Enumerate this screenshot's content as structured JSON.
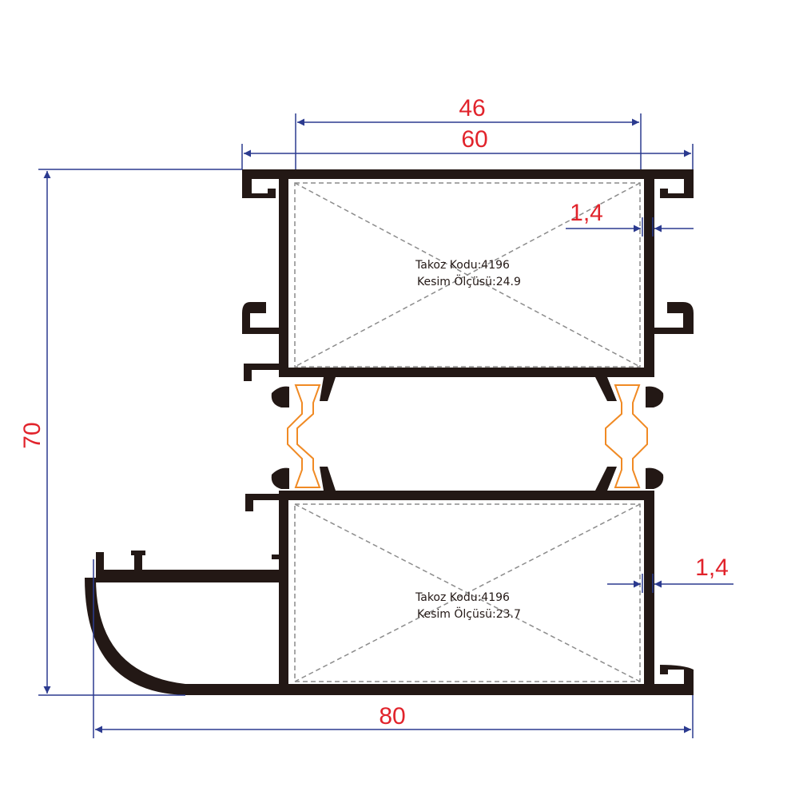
{
  "dimensions": {
    "top_inner": "46",
    "top_outer": "60",
    "height": "70",
    "bottom_width": "80",
    "wall_upper": "1,4",
    "wall_lower": "1,4"
  },
  "blocks": {
    "upper": {
      "code": "Takoz Kodu:4196",
      "cut": "Kesim Ölçüsü:24.9"
    },
    "lower": {
      "code": "Takoz Kodu:4196",
      "cut": "Kesim Ölçüsü:23.7"
    }
  },
  "colors": {
    "dimension_line": "#2b3a8f",
    "dimension_text": "#e1232b",
    "profile_fill": "#231815",
    "block_line": "#8c8c8c",
    "gasket": "#f08a24"
  }
}
